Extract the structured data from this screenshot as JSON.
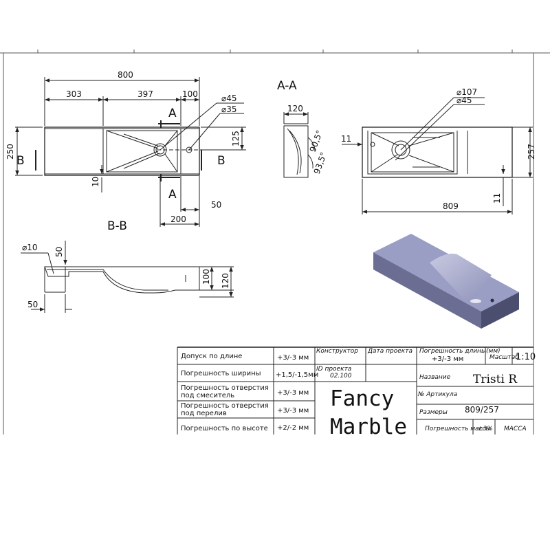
{
  "views": {
    "section_aa": "A-A",
    "section_bb": "B-B",
    "marker_a": "A",
    "marker_b": "B"
  },
  "dimensions": {
    "top": {
      "overall": "800",
      "left": "303",
      "middle": "397",
      "right": "100",
      "height": "250",
      "hole_offset": "125",
      "rim": "10",
      "bottom_offset": "50",
      "bottom_length": "200",
      "d45": "⌀45",
      "d35": "⌀35"
    },
    "section": {
      "width": "120",
      "angle1": "90,5°",
      "angle2": "93,5°"
    },
    "bottom_view": {
      "d107": "⌀107",
      "d45": "⌀45",
      "left": "11",
      "depth": "257",
      "overall": "809",
      "bottom": "11"
    },
    "side": {
      "d10": "⌀10",
      "top": "50",
      "h1": "100",
      "h2": "120",
      "bottom": "50"
    }
  },
  "title_block": {
    "rows": [
      {
        "label": "Допуск по длине",
        "value": "+3/-3 мм"
      },
      {
        "label": "Погрешность ширины",
        "value": "+1,5/-1,5мм"
      },
      {
        "label1": "Погрешность отверстия",
        "label2": "под смеситель",
        "value": "+3/-3 мм"
      },
      {
        "label1": "Погрешность отверстия",
        "label2": "под перелив",
        "value": "+3/-3 мм"
      },
      {
        "label": "Погрешность по высоте",
        "value": "+2/-2 мм"
      }
    ],
    "designer_label": "Конструктор",
    "date_label": "Дата проекта",
    "project_id_label": "ID проекта",
    "project_id": "02.100",
    "length_tol_label": "Погрешность длины(мм)",
    "length_tol_value": "+3/-3 мм",
    "scale_label": "Масштаб",
    "scale_value": "1:10",
    "name_label": "Название",
    "name_value": "Tristi R",
    "article_label": "№ Артикула",
    "size_label": "Размеры",
    "size_value": "809/257",
    "mass_tol_label": "Погрешность массы",
    "mass_tol_value": "±3%",
    "mass_label": "МАССА",
    "brand_line1": "Fancy",
    "brand_line2": "Marble"
  },
  "colors": {
    "line": "#222222",
    "render_top": "#8d90b8",
    "render_front": "#5c5f80"
  }
}
